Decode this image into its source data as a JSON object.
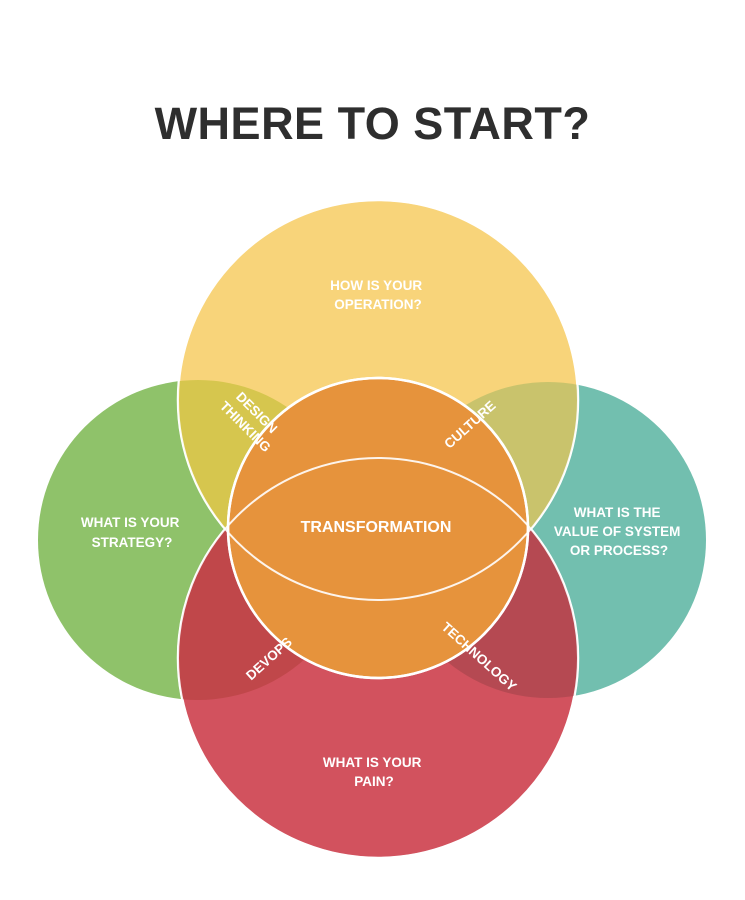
{
  "title": "WHERE TO START?",
  "circles": {
    "top": {
      "lines": [
        "HOW IS YOUR",
        "OPERATION?"
      ],
      "color": "#f8d36e"
    },
    "left": {
      "lines": [
        "WHAT IS YOUR",
        "STRATEGY?"
      ],
      "color": "#8fc26a"
    },
    "right": {
      "lines": [
        "WHAT IS THE",
        "VALUE OF SYSTEM",
        "OR PROCESS?"
      ],
      "color": "#6fbfae"
    },
    "bottom": {
      "lines": [
        "WHAT IS YOUR",
        "PAIN?"
      ],
      "color": "#d2505c"
    },
    "center": {
      "label": "TRANSFORMATION",
      "color": "#e8943c"
    }
  },
  "overlaps": {
    "top_left": [
      "DESIGN",
      "THINKING"
    ],
    "top_right": "CULTURE",
    "bottom_left": "DEVOPS",
    "bottom_right": "TECHNOLOGY"
  }
}
